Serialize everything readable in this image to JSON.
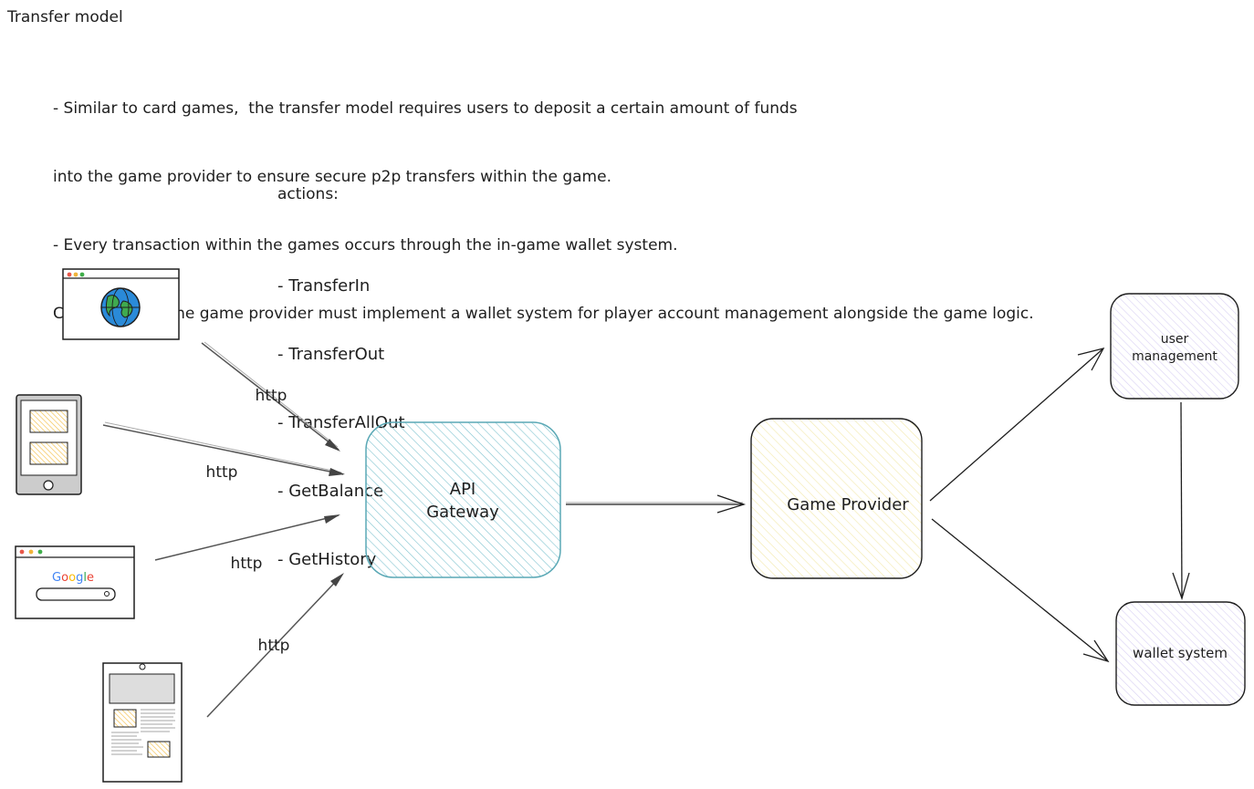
{
  "title": "Transfer model",
  "description": [
    "- Similar to card games,  the transfer model requires users to deposit a certain amount of funds",
    "into the game provider to ensure secure p2p transfers within the game.",
    "- Every transaction within the games occurs through the in-game wallet system.",
    "Consequently, the game provider must implement a wallet system for player account management alongside the game logic."
  ],
  "actions": {
    "title": "actions:",
    "items": [
      "- TransferIn",
      "- TransferOut",
      "- TransferAllOut",
      "- GetBalance",
      "- GetHistory"
    ]
  },
  "clients": {
    "browser_icon": "globe-browser-icon",
    "phone_icon": "mobile-phone-icon",
    "search_icon": "search-browser-icon",
    "search_logo": "Google",
    "tablet_icon": "tablet-document-icon"
  },
  "edges": {
    "http_label": "http"
  },
  "nodes": {
    "api_gateway": {
      "line1": "API",
      "line2": "Gateway",
      "color": "#7ec3cf"
    },
    "game_provider": {
      "label": "Game   Provider",
      "color": "#f3eab0"
    },
    "user_management": {
      "line1": "user",
      "line2": "management",
      "color": "#d8d0f3"
    },
    "wallet_system": {
      "label": "wallet system",
      "color": "#d8d0f3"
    }
  }
}
